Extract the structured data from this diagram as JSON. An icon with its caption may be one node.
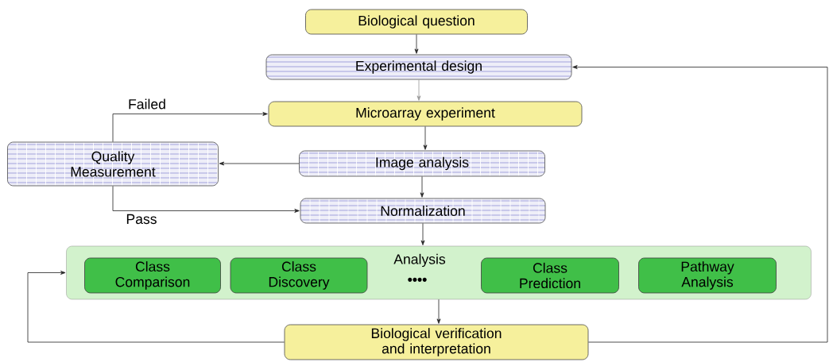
{
  "diagram": {
    "nodes": [
      {
        "text": [
          "Biological question"
        ]
      },
      {
        "text": [
          "Experimental design"
        ]
      },
      {
        "text": [
          "Microarray experiment"
        ]
      },
      {
        "text": [
          "Quality Measurement"
        ]
      },
      {
        "text": [
          "Image analysis"
        ]
      },
      {
        "text": [
          "Normalization"
        ]
      },
      {
        "text": [
          "Analysis"
        ]
      },
      {
        "text": [
          "Class Comparison"
        ],
        "in": 6
      },
      {
        "text": [
          "Class Discovery"
        ],
        "in": 6
      },
      {
        "text": [
          "Class Prediction"
        ],
        "in": 6
      },
      {
        "text": [
          "Pathway Analysis"
        ],
        "in": 6
      },
      {
        "text": [
          "Biological verification and interpretation"
        ]
      }
    ],
    "edges": [
      {
        "from": 0,
        "to": 1,
        "arrow": "to"
      },
      {
        "from": 1,
        "to": 2,
        "arrow": "to",
        "color": "#999999"
      },
      {
        "from": 2,
        "to": 4,
        "arrow": "to"
      },
      {
        "from": 4,
        "to": 3,
        "arrow": "to"
      },
      {
        "from": 3,
        "to": 2,
        "arrow": "to",
        "label": "Failed"
      },
      {
        "from": 3,
        "to": 5,
        "arrow": "to",
        "label": "Pass"
      },
      {
        "from": 4,
        "to": 5,
        "arrow": "to"
      },
      {
        "from": 5,
        "to": 6,
        "arrow": "to"
      },
      {
        "from": 6,
        "to": 11,
        "arrow": "to"
      },
      {
        "from": 11,
        "to": 6,
        "arrow": "to"
      },
      {
        "from": 11,
        "to": 1,
        "arrow": "to"
      }
    ],
    "labels": [
      "••••"
    ]
  }
}
